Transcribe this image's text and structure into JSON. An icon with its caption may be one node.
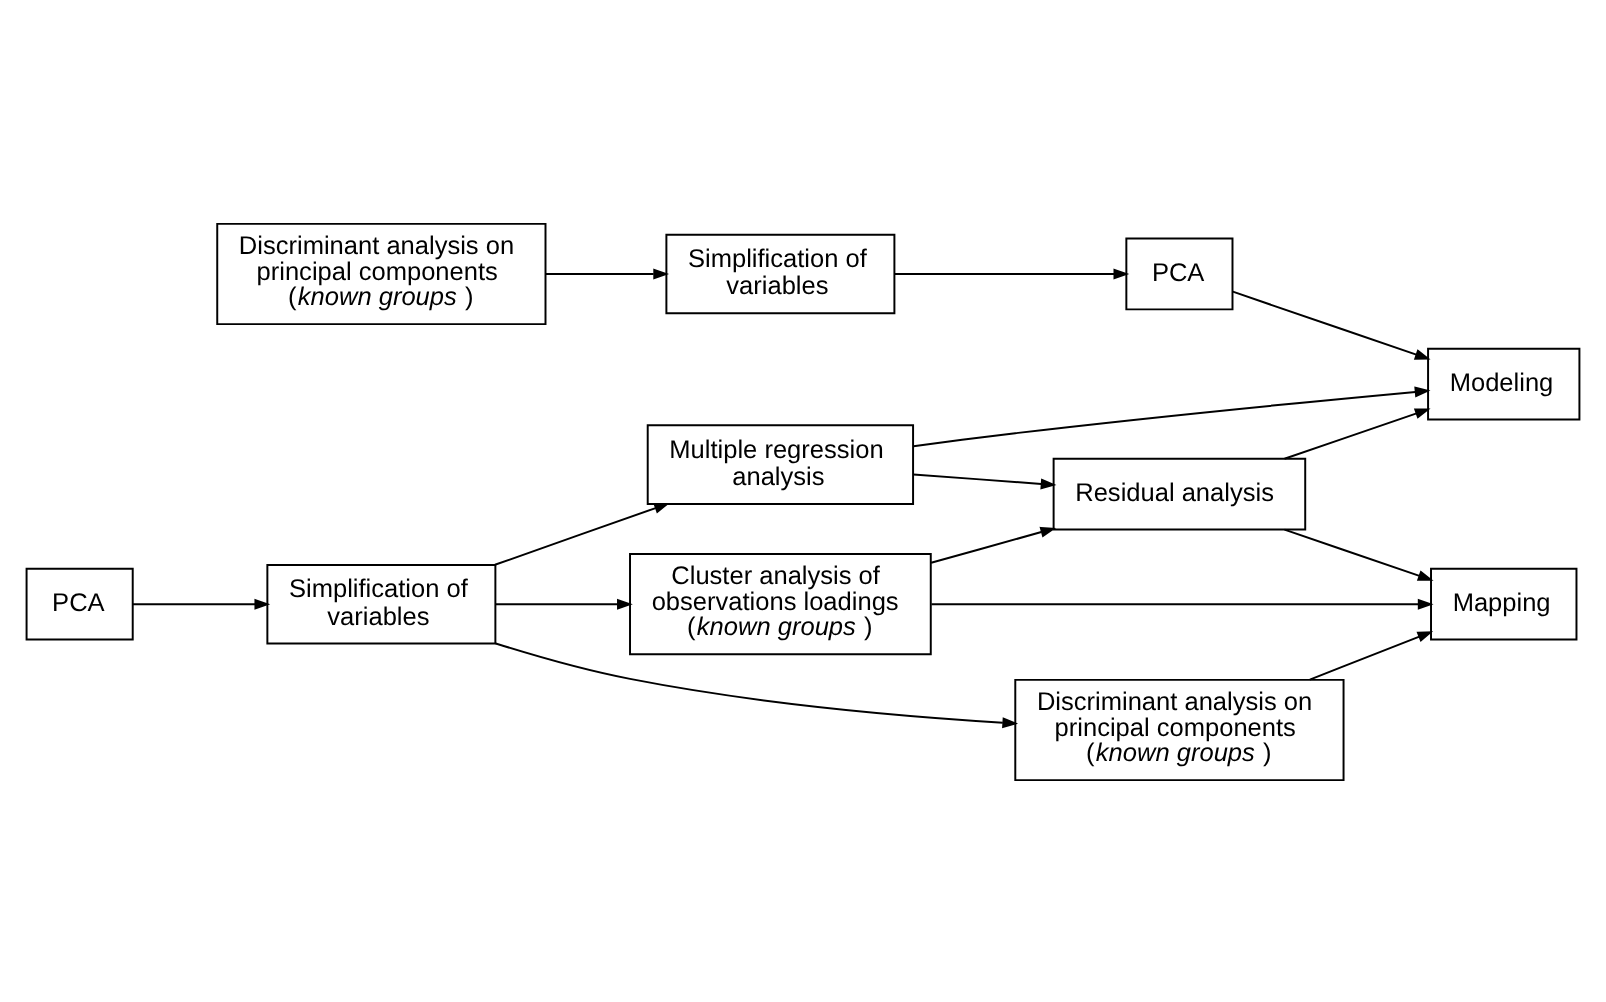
{
  "diagram": {
    "nodes": [
      {
        "text": [
          "Discriminant analysis on principal components (*known groups*)"
        ]
      },
      {
        "text": [
          "Simplification of variables"
        ]
      },
      {
        "text": [
          "PCA"
        ]
      },
      {
        "text": [
          "Modeling"
        ]
      },
      {
        "text": [
          "Multiple regression analysis"
        ]
      },
      {
        "text": [
          "Residual analysis"
        ]
      },
      {
        "text": [
          "PCA"
        ]
      },
      {
        "text": [
          "Simplification of variables"
        ]
      },
      {
        "text": [
          "Cluster analysis of observations loadings (*known groups*)"
        ]
      },
      {
        "text": [
          "Mapping"
        ]
      },
      {
        "text": [
          "Discriminant analysis on principal components (*known groups*)"
        ]
      }
    ],
    "edges": [
      {
        "from": 0,
        "to": 1,
        "arrow": "to"
      },
      {
        "from": 1,
        "to": 2,
        "arrow": "to"
      },
      {
        "from": 2,
        "to": 3,
        "arrow": "to"
      },
      {
        "from": 4,
        "to": 3,
        "arrow": "to"
      },
      {
        "from": 4,
        "to": 5,
        "arrow": "to"
      },
      {
        "from": 5,
        "to": 3,
        "arrow": "to"
      },
      {
        "from": 5,
        "to": 9,
        "arrow": "to"
      },
      {
        "from": 7,
        "to": 4,
        "arrow": "to"
      },
      {
        "from": 6,
        "to": 7,
        "arrow": "to"
      },
      {
        "from": 7,
        "to": 8,
        "arrow": "to"
      },
      {
        "from": 8,
        "to": 5,
        "arrow": "to"
      },
      {
        "from": 8,
        "to": 9,
        "arrow": "to"
      },
      {
        "from": 7,
        "to": 10,
        "arrow": "to"
      },
      {
        "from": 10,
        "to": 9,
        "arrow": "to"
      }
    ]
  }
}
